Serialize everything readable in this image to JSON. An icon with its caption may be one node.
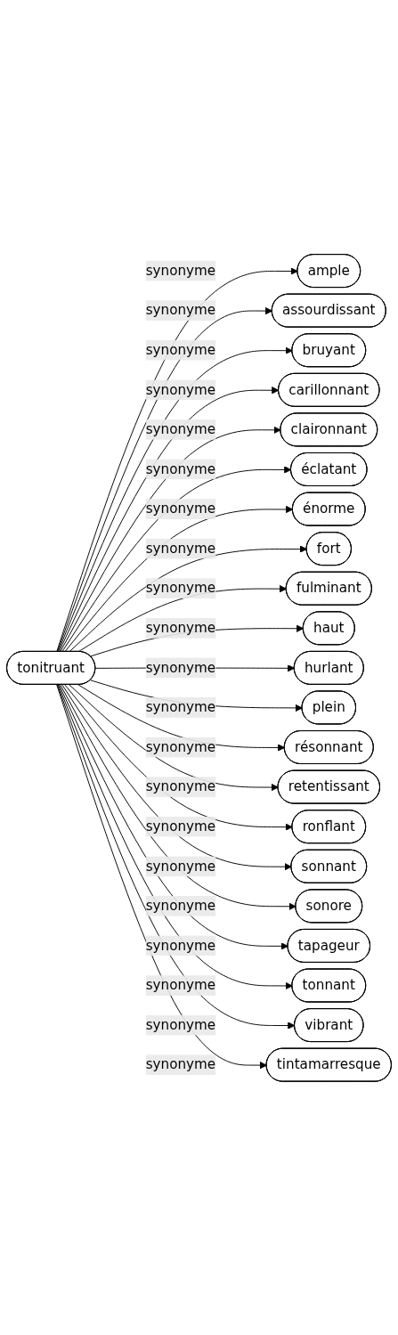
{
  "diagram": {
    "nodes": [
      {
        "text": [
          "tonitruant"
        ]
      },
      {
        "text": [
          "ample"
        ]
      },
      {
        "text": [
          "assourdissant"
        ]
      },
      {
        "text": [
          "bruyant"
        ]
      },
      {
        "text": [
          "carillonnant"
        ]
      },
      {
        "text": [
          "claironnant"
        ]
      },
      {
        "text": [
          "éclatant"
        ]
      },
      {
        "text": [
          "énorme"
        ]
      },
      {
        "text": [
          "fort"
        ]
      },
      {
        "text": [
          "fulminant"
        ]
      },
      {
        "text": [
          "haut"
        ]
      },
      {
        "text": [
          "hurlant"
        ]
      },
      {
        "text": [
          "plein"
        ]
      },
      {
        "text": [
          "résonnant"
        ]
      },
      {
        "text": [
          "retentissant"
        ]
      },
      {
        "text": [
          "ronflant"
        ]
      },
      {
        "text": [
          "sonnant"
        ]
      },
      {
        "text": [
          "sonore"
        ]
      },
      {
        "text": [
          "tapageur"
        ]
      },
      {
        "text": [
          "tonnant"
        ]
      },
      {
        "text": [
          "vibrant"
        ]
      },
      {
        "text": [
          "tintamarresque"
        ]
      }
    ],
    "edges": [
      {
        "from": 0,
        "to": 1,
        "arrow": "to",
        "label": "synonyme"
      },
      {
        "from": 0,
        "to": 2,
        "arrow": "to",
        "label": "synonyme"
      },
      {
        "from": 0,
        "to": 3,
        "arrow": "to",
        "label": "synonyme"
      },
      {
        "from": 0,
        "to": 4,
        "arrow": "to",
        "label": "synonyme"
      },
      {
        "from": 0,
        "to": 5,
        "arrow": "to",
        "label": "synonyme"
      },
      {
        "from": 0,
        "to": 6,
        "arrow": "to",
        "label": "synonyme"
      },
      {
        "from": 0,
        "to": 7,
        "arrow": "to",
        "label": "synonyme"
      },
      {
        "from": 0,
        "to": 8,
        "arrow": "to",
        "label": "synonyme"
      },
      {
        "from": 0,
        "to": 9,
        "arrow": "to",
        "label": "synonyme"
      },
      {
        "from": 0,
        "to": 10,
        "arrow": "to",
        "label": "synonyme"
      },
      {
        "from": 0,
        "to": 11,
        "arrow": "to",
        "label": "synonyme"
      },
      {
        "from": 0,
        "to": 12,
        "arrow": "to",
        "label": "synonyme"
      },
      {
        "from": 0,
        "to": 13,
        "arrow": "to",
        "label": "synonyme"
      },
      {
        "from": 0,
        "to": 14,
        "arrow": "to",
        "label": "synonyme"
      },
      {
        "from": 0,
        "to": 15,
        "arrow": "to",
        "label": "synonyme"
      },
      {
        "from": 0,
        "to": 16,
        "arrow": "to",
        "label": "synonyme"
      },
      {
        "from": 0,
        "to": 17,
        "arrow": "to",
        "label": "synonyme"
      },
      {
        "from": 0,
        "to": 18,
        "arrow": "to",
        "label": "synonyme"
      },
      {
        "from": 0,
        "to": 19,
        "arrow": "to",
        "label": "synonyme"
      },
      {
        "from": 0,
        "to": 20,
        "arrow": "to",
        "label": "synonyme"
      },
      {
        "from": 0,
        "to": 21,
        "arrow": "to",
        "label": "synonyme"
      }
    ]
  }
}
